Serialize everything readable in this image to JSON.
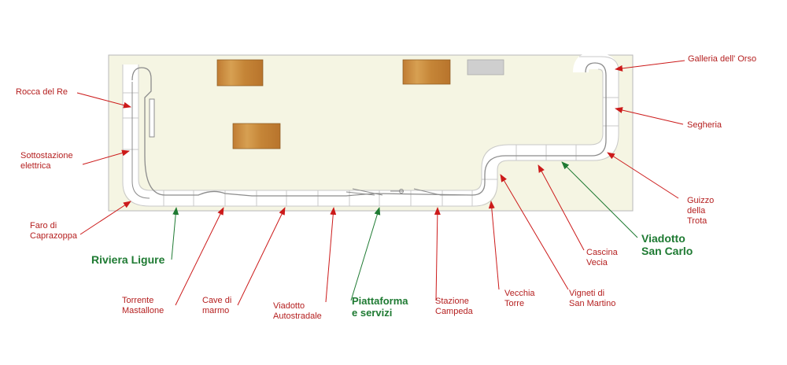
{
  "labels": {
    "rocca": "Rocca del Re",
    "sottostazione": "Sottostazione\nelettrica",
    "faro": "Faro di\nCaprazoppa",
    "riviera": "Riviera Ligure",
    "torrente": "Torrente\nMastallone",
    "cave": "Cave di\nmarmo",
    "viadotto_auto": "Viadotto\nAutostradale",
    "piattaforma": "Piattaforma\ne servizi",
    "stazione": "Stazione\nCampeda",
    "vecchia": "Vecchia\nTorre",
    "vigneti": "Vigneti di\nSan Martino",
    "cascina": "Cascina\nVecia",
    "viadotto_sc": "Viadotto\nSan Carlo",
    "guizzo": "Guizzo\ndella\nTrota",
    "segheria": "Segheria",
    "galleria": "Galleria dell' Orso"
  },
  "colors": {
    "board_fill": "#f5f5e3",
    "board_stroke": "#b8b8b8",
    "track": "#8c8c8c",
    "red_arrow": "#cc1a1a",
    "green_arrow": "#1e7a32",
    "wood": "#c98a3d",
    "grey_block": "#cfcfcf"
  }
}
